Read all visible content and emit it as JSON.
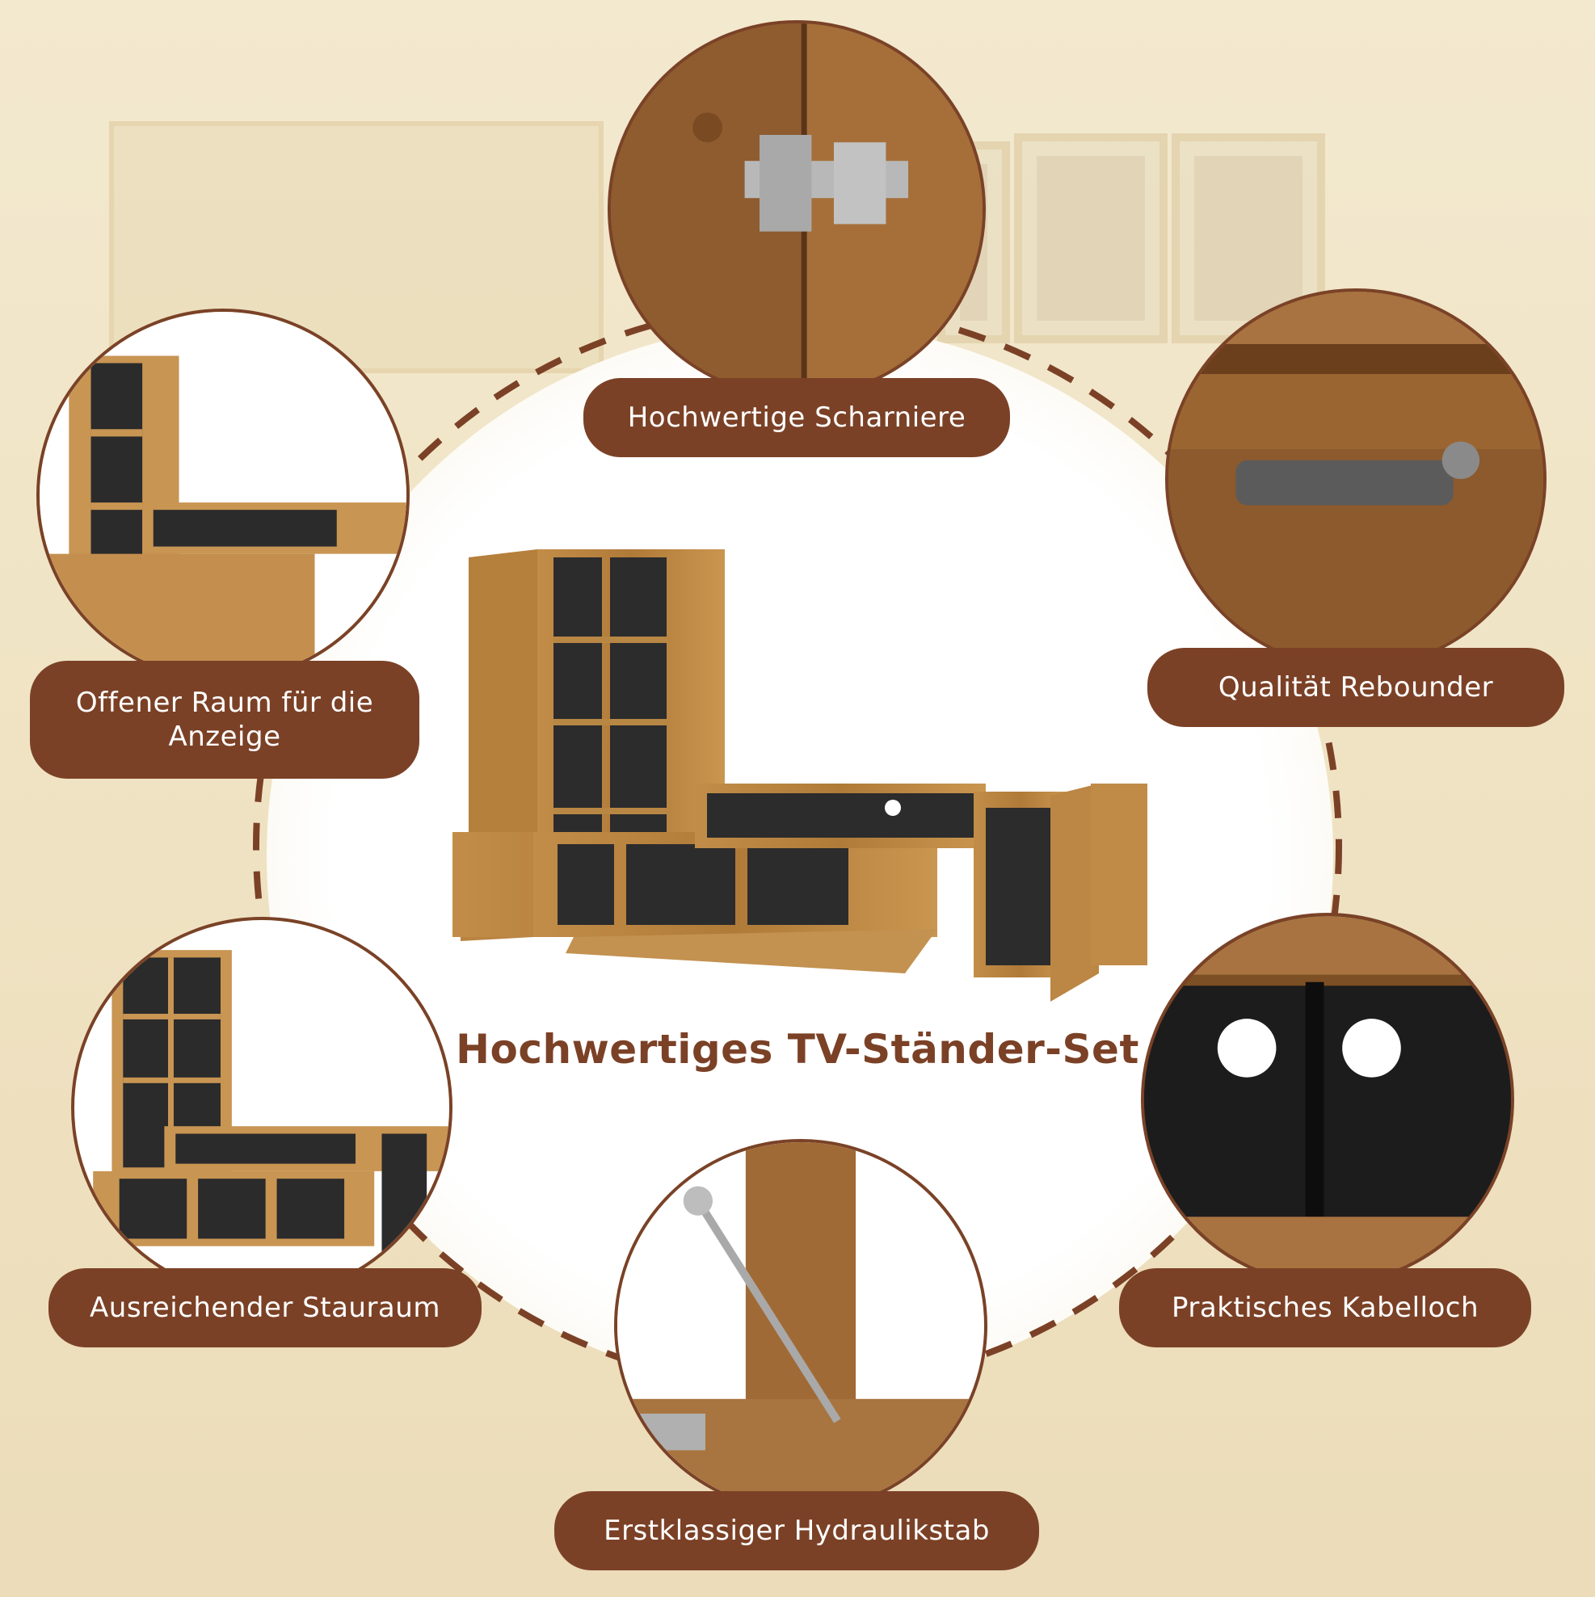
{
  "title": "Hochwertiges TV-Ständer-Set",
  "features": {
    "hinges": "Hochwertige Scharniere",
    "open_space": "Offener Raum für die Anzeige",
    "rebounder": "Qualität Rebounder",
    "storage": "Ausreichender Stauraum",
    "cable_hole": "Praktisches Kabelloch",
    "hydraulic_rod": "Erstklassiger Hydraulikstab"
  },
  "colors": {
    "accent": "#7b4126",
    "wood": "#b8843f",
    "interior": "#2b2b2b",
    "background": "#f1e6c9"
  }
}
